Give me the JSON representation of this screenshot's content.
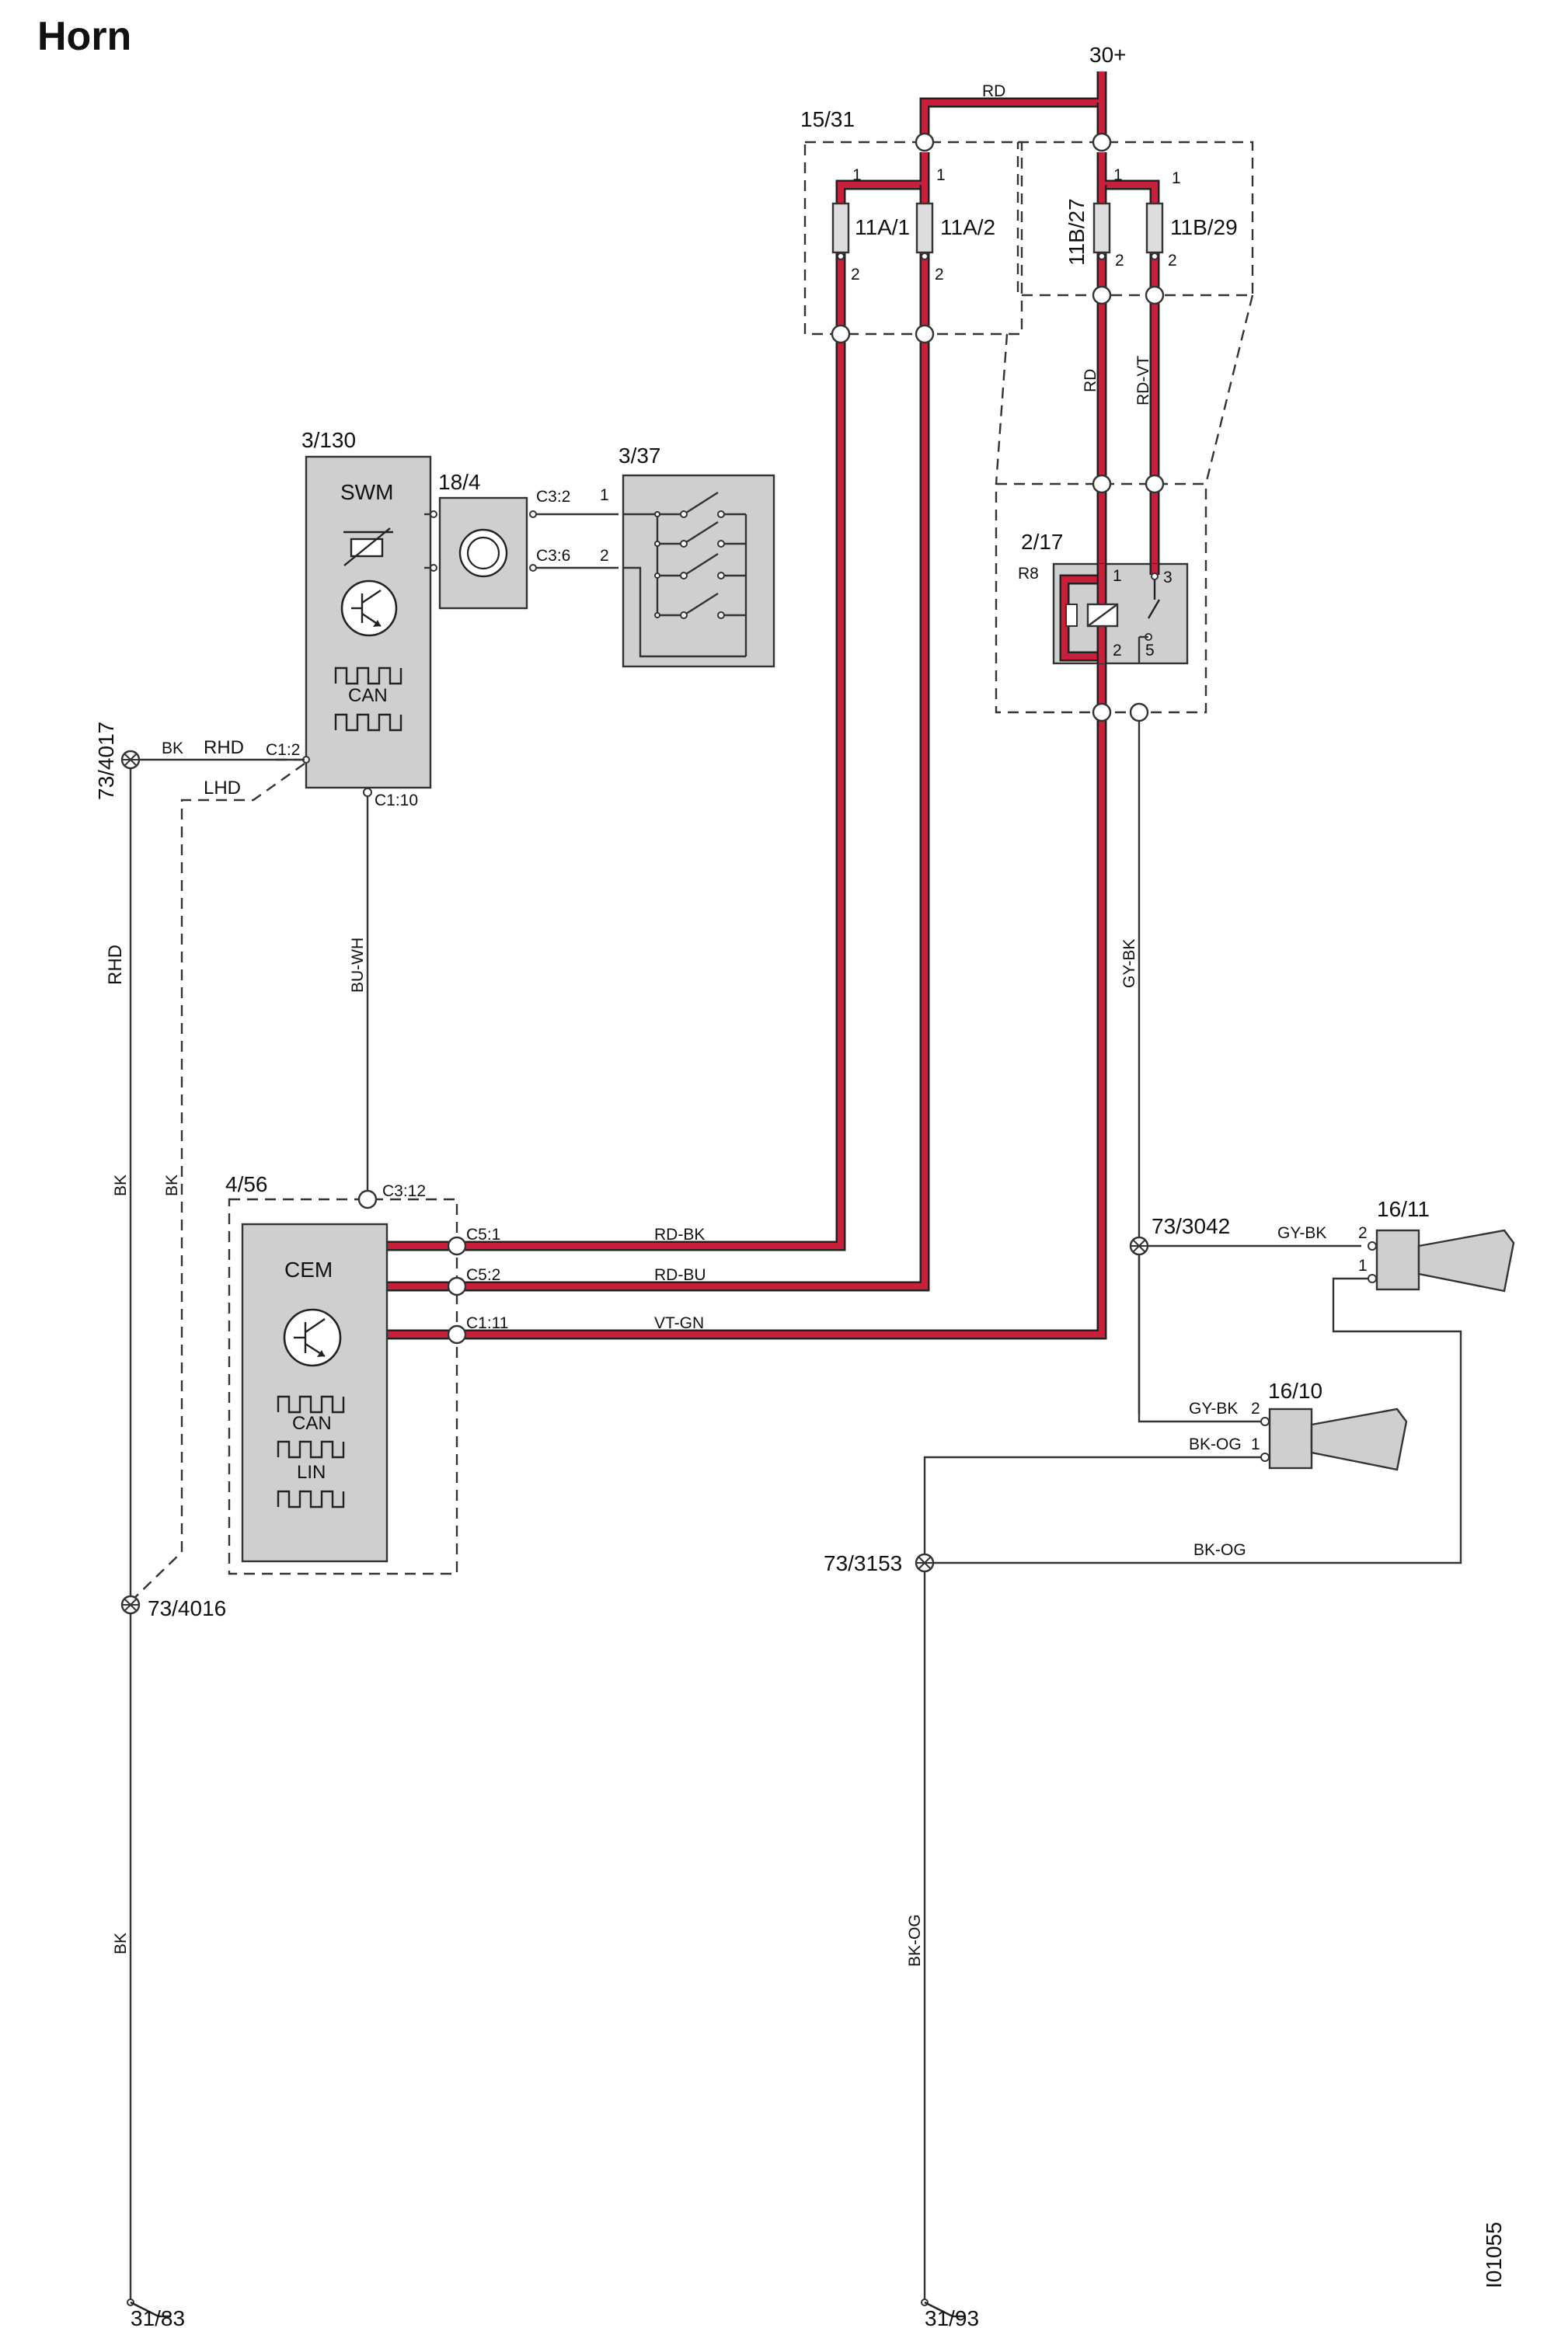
{
  "title": "Horn",
  "doc_id": "I01055",
  "supply": {
    "label": "30+",
    "wire": "RD"
  },
  "fusebox_a": {
    "id": "15/31",
    "fuses": [
      "11A/1",
      "11A/2"
    ]
  },
  "fusebox_b": {
    "fuses": [
      "11B/27",
      "11B/29"
    ]
  },
  "relay": {
    "id": "2/17",
    "name": "R8",
    "pins": [
      "1",
      "3",
      "2",
      "5"
    ],
    "wires_in": [
      "RD",
      "RD-VT"
    ],
    "wire_out": "GY-BK"
  },
  "swm": {
    "id": "3/130",
    "name": "SWM",
    "protocol": "CAN",
    "pin_ground": "C1:2",
    "pin_cem": "C1:10",
    "wire_cem": "BU-WH"
  },
  "clock_spring": {
    "id": "18/4",
    "pins": [
      "C3:2",
      "C3:6"
    ]
  },
  "horn_switch": {
    "id": "3/37",
    "pins": [
      "1",
      "2"
    ]
  },
  "cem": {
    "id": "4/56",
    "name": "CEM",
    "protocols": [
      "CAN",
      "LIN"
    ],
    "pin_swm": "C3:12",
    "connections": [
      {
        "pin": "C5:1",
        "wire": "RD-BK"
      },
      {
        "pin": "C5:2",
        "wire": "RD-BU"
      },
      {
        "pin": "C1:11",
        "wire": "VT-GN"
      }
    ]
  },
  "horn_hi": {
    "id": "16/11",
    "pin2": "2",
    "pin1": "1",
    "wire": "GY-BK"
  },
  "horn_lo": {
    "id": "16/10",
    "pin2": "2",
    "pin1": "1",
    "wire_in": "GY-BK",
    "wire_out": "BK-OG"
  },
  "splices": {
    "s3042": "73/3042",
    "s3153": "73/3153",
    "s4017": "73/4017",
    "s4016": "73/4016"
  },
  "ground_wires": {
    "bk": "BK",
    "rhd": "RHD",
    "lhd": "LHD",
    "bk_og": "BK-OG"
  },
  "grounds": [
    "31/83",
    "31/93"
  ]
}
